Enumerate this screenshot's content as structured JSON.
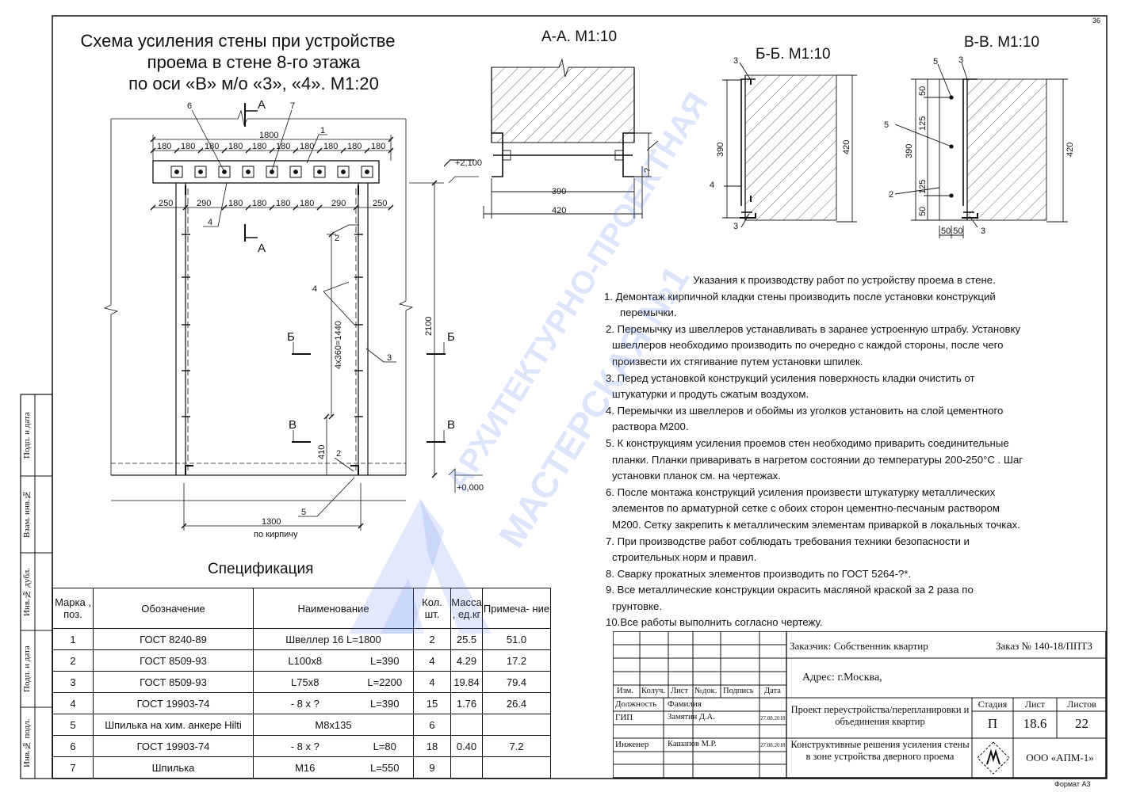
{
  "page_number": "36",
  "title": {
    "line1": "Схема усиления стены при устройстве",
    "line2": "проема в стене 8-го этажа",
    "line3": "по оси «В» м/о «3», «4». М1:20"
  },
  "sections": {
    "aa": "А-А. М1:10",
    "bb": "Б-Б. М1:10",
    "vv": "В-В. М1:10"
  },
  "plan": {
    "cut_a": "А",
    "cut_b": "Б",
    "cut_v": "В",
    "dim_total": "1800",
    "dim_step": "180",
    "dim_250": "250",
    "dim_290": "290",
    "dim_1300": "1300",
    "dim_note": "по кирпичу",
    "dim_2100": "2100",
    "dim_410": "410",
    "dim_1440": "4x360=1440",
    "level_top": "+2,100",
    "level_zero": "+0,000",
    "pos": [
      "1",
      "2",
      "3",
      "4",
      "5",
      "6",
      "7"
    ]
  },
  "aa": {
    "d390": "390",
    "d420": "420",
    "dq": "?"
  },
  "bb": {
    "d390": "390",
    "d420": "420",
    "p3": "3",
    "p4": "4"
  },
  "vv": {
    "d50": "50",
    "d125": "125",
    "d390": "390",
    "d420": "420",
    "d5050": "50 50",
    "p2": "2",
    "p3": "3",
    "p5": "5"
  },
  "notes": {
    "heading": "Указания к производству работ по устройству проема в стене.",
    "lines": [
      "1. Демонтаж кирпичной кладки стены производить после установки конструкций",
      "перемычки.",
      "2. Перемычку из швеллеров устанавливать в заранее устроенную штрабу. Установку",
      "швеллеров необходимо производить по очередно с каждой стороны, после чего",
      "произвести их стягивание путем установки шпилек.",
      "3. Перед установкой конструкций усиления поверхность кладки очистить от",
      "штукатурки и продуть сжатым воздухом.",
      "4. Перемычки из швеллеров и обоймы из уголков установить на слой цементного",
      "раствора М200.",
      "5. К конструкциям усиления проемов стен необходимо приварить соединительные",
      "планки. Планки приваривать в нагретом состоянии до температуры 200-250°С . Шаг",
      "установки планок см. на чертежах.",
      "6. После монтажа конструкций усиления произвести штукатурку металлических",
      "элементов по арматурной сетке с обоих сторон цементно-песчаным раствором",
      "М200. Сетку закрепить к металлическим элементам приваркой в локальных точках.",
      "7. При производстве работ соблюдать требования техники безопасности и",
      "строительных норм и правил.",
      "8. Сварку прокатных элементов производить по ГОСТ 5264-?*.",
      "9. Все металлические конструкции окрасить масляной краской за 2 раза по",
      "грунтовке.",
      "10.Все работы выполнить согласно чертежу."
    ]
  },
  "spec": {
    "title": "Спецификация",
    "headers": [
      "Марка , поз.",
      "Обозначение",
      "Наименование",
      "Кол. шт.",
      "Масса , ед.кг",
      "Примеча- ние"
    ],
    "rows": [
      [
        "1",
        "ГОСТ 8240-89",
        "Швеллер 16 L=1800",
        "",
        "2",
        "25.5",
        "51.0"
      ],
      [
        "2",
        "ГОСТ 8509-93",
        "L100x8",
        "L=390",
        "4",
        "4.29",
        "17.2"
      ],
      [
        "3",
        "ГОСТ 8509-93",
        "L75x8",
        "L=2200",
        "4",
        "19.84",
        "79.4"
      ],
      [
        "4",
        "ГОСТ 19903-74",
        "- 8 x ?",
        "L=390",
        "15",
        "1.76",
        "26.4"
      ],
      [
        "5",
        "Шпилька на хим. анкере Hilti",
        "M8x135",
        "",
        "6",
        "",
        ""
      ],
      [
        "6",
        "ГОСТ 19903-74",
        "- 8 x ?",
        "L=80",
        "18",
        "0.40",
        "7.2"
      ],
      [
        "7",
        "Шпилька",
        "M16",
        "L=550",
        "9",
        "",
        ""
      ]
    ]
  },
  "stamp": {
    "customer": "Заказчик: Собственник квартир",
    "order": "Заказ № 140-18/ППТЗ",
    "address": "Адрес: г.Москва,",
    "col_izm": "Изм.",
    "col_kol": "Колуч.",
    "col_list": "Лист",
    "col_doc": "№док.",
    "col_sign": "Подпись",
    "col_date": "Дата",
    "role_label": "Должность",
    "name_label": "Фамилия",
    "gip": "ГИП",
    "gip_name": "Замятин Д.А.",
    "gip_date": "27.08.2018",
    "eng": "Инженер",
    "eng_name": "Кашапов М.Р.",
    "eng_date": "27.08.2018",
    "project": "Проект переустройства/перепланировки и объединения квартир",
    "stage_label": "Стадия",
    "sheet_label": "Лист",
    "sheets_label": "Листов",
    "stage": "П",
    "sheet": "18.6",
    "sheets": "22",
    "drawing": "Конструктивные решения усиления стены в зоне устройства дверного проема",
    "org": "ООО «АПМ-1»",
    "format": "Формат А3"
  },
  "side": [
    "Подп. и дата",
    "Взам. инв.№",
    "Инв.№ дубл.",
    "Подп. и дата",
    "Инв.№ подл."
  ],
  "watermark": {
    "line1": "АРХИТЕКТУРНО-ПРОЕКТНАЯ",
    "line2": "МАСТЕРСКАЯ №1"
  }
}
